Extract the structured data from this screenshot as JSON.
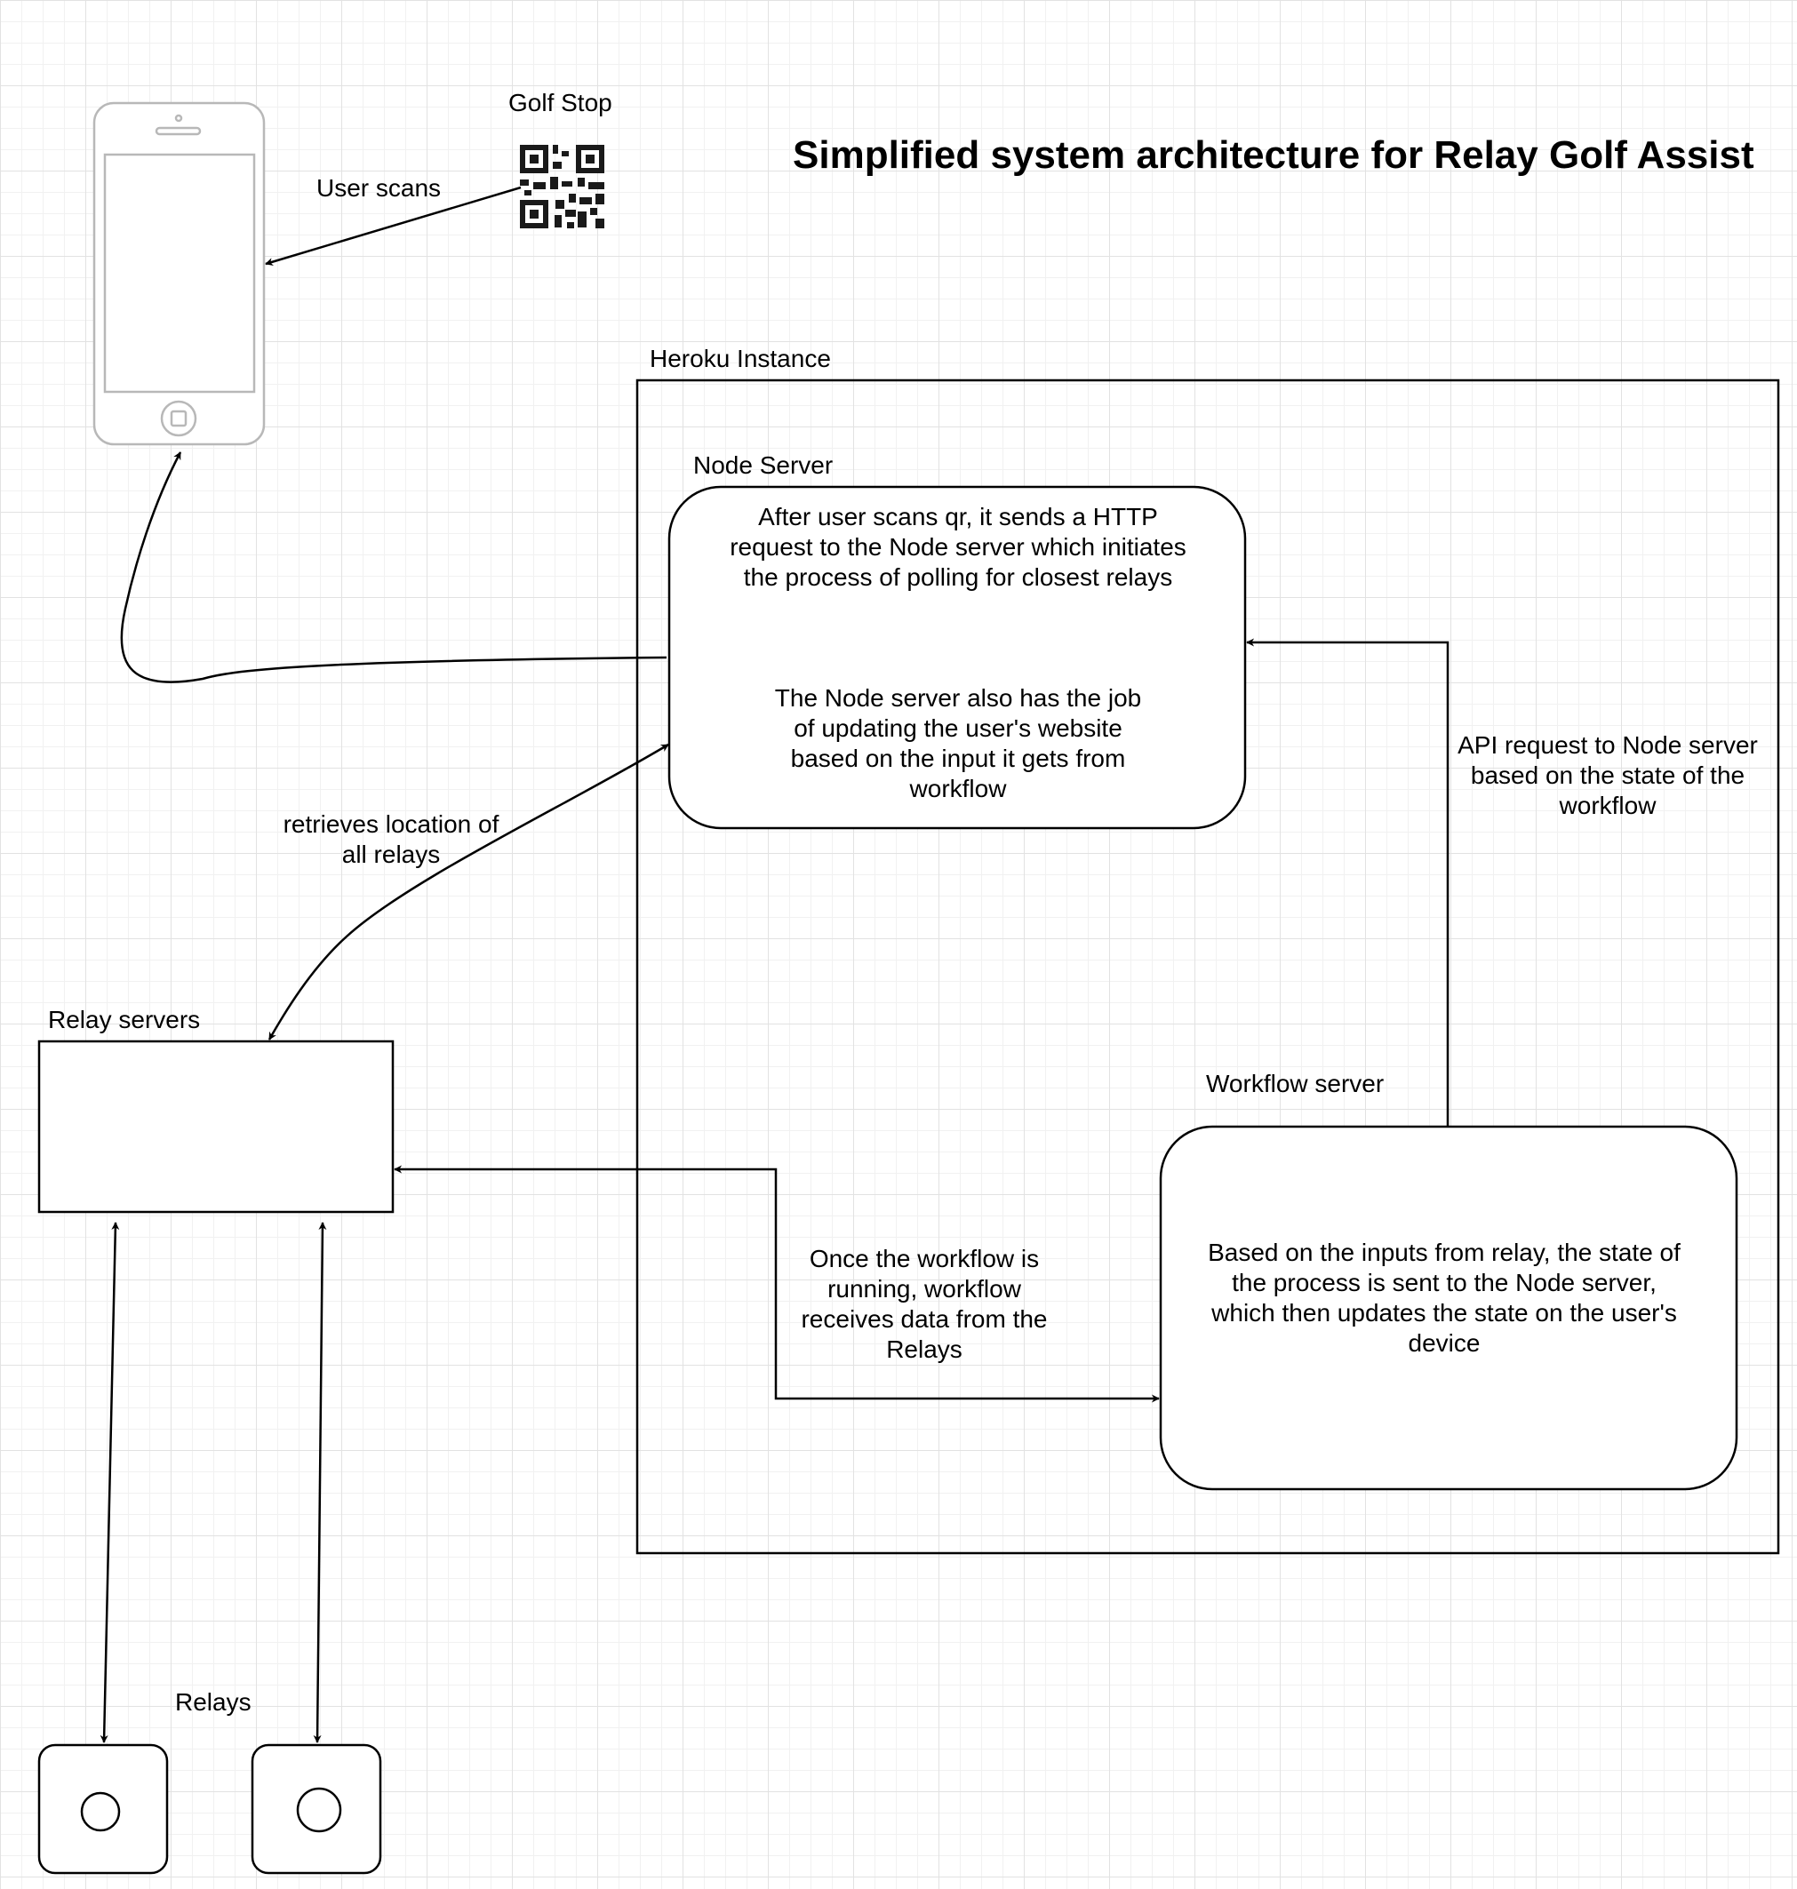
{
  "title": "Simplified system architecture for Relay Golf Assist",
  "labels": {
    "golf_stop": "Golf Stop",
    "user_scans": "User scans",
    "heroku_instance": "Heroku Instance",
    "node_server": "Node Server",
    "workflow_server": "Workflow server",
    "relay_servers": "Relay servers",
    "relays": "Relays"
  },
  "node_server_text": {
    "part1": "After user scans qr, it sends a HTTP request to the Node server which initiates the process of polling for closest relays",
    "part2": "The Node server also has the job of updating the user's website based on the input it gets from workflow"
  },
  "workflow_server_text": "Based on the inputs from relay, the state of the process is sent to the Node server, which then updates the state on the user's device",
  "edge_labels": {
    "retrieves_location": "retrieves location of all relays",
    "api_request": "API request  to Node server based on the state of the workflow",
    "workflow_receives": "Once the workflow is running, workflow receives data from the Relays"
  },
  "icons": {
    "phone": "smartphone-icon",
    "qr": "qr-code-icon",
    "relay": "relay-device-icon"
  },
  "colors": {
    "stroke": "#000000",
    "phone_stroke": "#b8b8b8",
    "grid": "#e2e2e2"
  }
}
